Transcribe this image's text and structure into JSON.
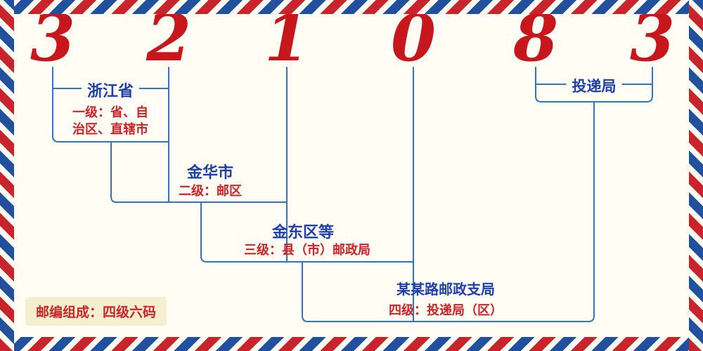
{
  "diagram": {
    "postal_code_digits": [
      "3",
      "2",
      "1",
      "0",
      "8",
      "3"
    ],
    "levels": [
      {
        "title": "浙江省",
        "desc_lines": [
          "一级：省、自",
          "治区、直辖市"
        ]
      },
      {
        "title": "金华市",
        "desc_lines": [
          "二级：邮区"
        ]
      },
      {
        "title": "金东区等",
        "desc_lines": [
          "三级：县（市）邮政局"
        ]
      },
      {
        "title": "某某路邮政支局",
        "desc_lines": [
          "四级：投递局（区）"
        ]
      },
      {
        "title": "投递局",
        "desc_lines": []
      }
    ],
    "footer_note": "邮编组成：四级六码",
    "colors": {
      "digit_red": "#c8161d",
      "line_blue": "#2e74c8",
      "title_blue": "#1d3fae",
      "desc_red": "#cc2228",
      "note_bg": "#f5efcf",
      "border_red": "#c9242c",
      "border_blue": "#20509e",
      "background": "#fffdf4"
    }
  }
}
